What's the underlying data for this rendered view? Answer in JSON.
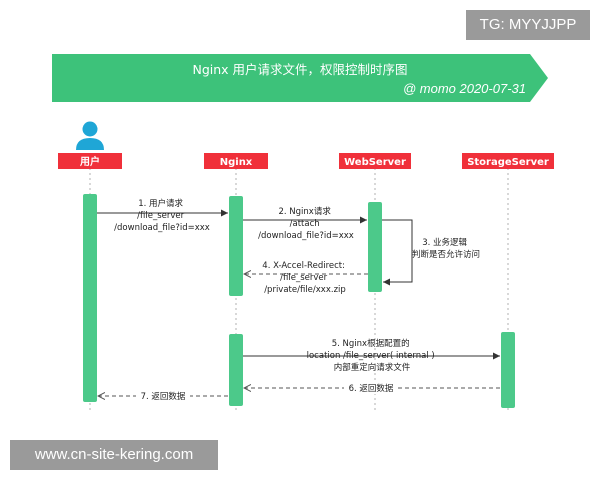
{
  "header": {
    "title": "Nginx  用户请求文件，权限控制时序图",
    "author": "@ momo 2020-07-31"
  },
  "overlay": {
    "tg_label": "TG: MYYJJPP",
    "watermark": "www.cn-site-kering.com"
  },
  "actors": [
    {
      "id": "user",
      "label": "用户"
    },
    {
      "id": "nginx",
      "label": "Nginx"
    },
    {
      "id": "webserver",
      "label": "WebServer"
    },
    {
      "id": "storage",
      "label": "StorageServer"
    }
  ],
  "messages": [
    {
      "lines": [
        "1. 用户请求",
        "/file_server",
        "/download_file?id=xxx"
      ]
    },
    {
      "lines": [
        "2. Nginx请求",
        "/attach",
        "/download_file?id=xxx"
      ]
    },
    {
      "lines": [
        "3. 业务逻辑",
        "判断是否允许访问"
      ]
    },
    {
      "lines": [
        "4. X-Accel-Redirect:",
        "/file_server",
        "/private/file/xxx.zip"
      ]
    },
    {
      "lines": [
        "5. Nginx根据配置的",
        "location /file_server( internal )",
        "内部重定向请求文件"
      ]
    },
    {
      "lines": [
        "6. 返回数据"
      ]
    },
    {
      "lines": [
        "7. 返回数据"
      ]
    }
  ],
  "colors": {
    "header_green": "#3dc27a",
    "actor_red": "#f0303a",
    "activation_green": "#4cc98a",
    "person_icon": "#1fa6d6",
    "arrow": "#333333",
    "dashed_arrow": "#555555",
    "lifeline": "#b0b0b0"
  }
}
